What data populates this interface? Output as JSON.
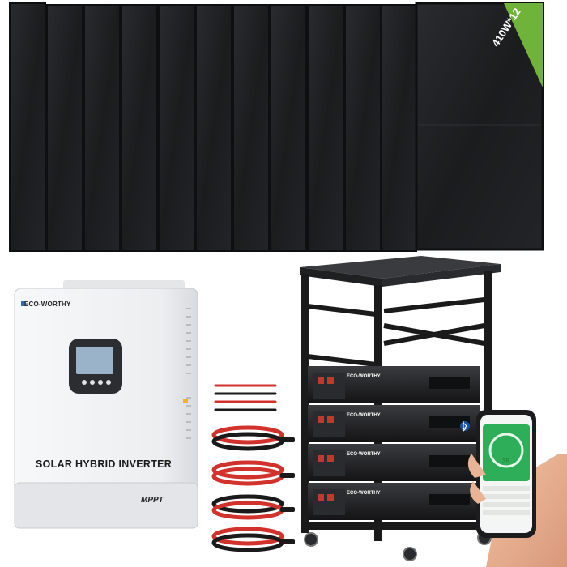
{
  "image": {
    "panel_badge": "410W*12",
    "inverter": {
      "brand": "ECO-WORTHY",
      "title": "SOLAR HYBRID INVERTER",
      "mppt_label": "MPPT"
    },
    "battery_brand": "ECO-WORTHY",
    "phone_reading": "35",
    "colors": {
      "panel": "#1b1c1e",
      "panel_frame": "#0e0f10",
      "badge": "#6fb33a",
      "inverter_body": "#eceef0",
      "rack": "#1a1a1a",
      "cable_red": "#d1322c",
      "phone_screen": "#2fae5a"
    }
  }
}
